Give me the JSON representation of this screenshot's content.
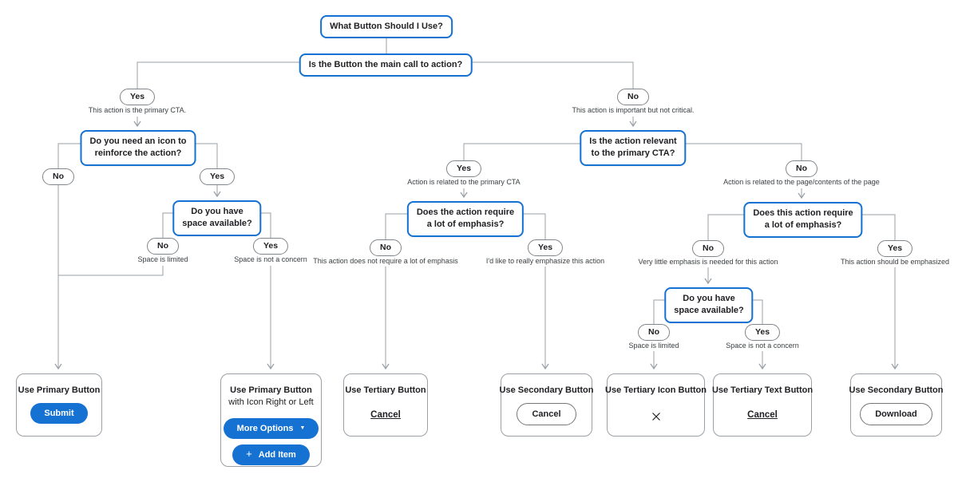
{
  "flowchart": {
    "root": {
      "label": "What Button Should I Use?"
    },
    "questions": {
      "main_cta": {
        "label": "Is the Button the main call to action?"
      },
      "need_icon": {
        "label": "Do you need an icon to\nreinforce the action?"
      },
      "space_available_1": {
        "label": "Do you have\nspace available?"
      },
      "action_relevant": {
        "label": "Is the action relevant\nto the primary CTA?"
      },
      "emphasis_1": {
        "label": "Does the action require\na lot of emphasis?"
      },
      "emphasis_2": {
        "label": "Does this action require\na lot of emphasis?"
      },
      "space_available_2": {
        "label": "Do you have\nspace available?"
      }
    },
    "branches": {
      "main_yes": {
        "label": "Yes",
        "caption": "This action is the primary CTA."
      },
      "main_no": {
        "label": "No",
        "caption": "This action is important but not critical."
      },
      "icon_no": {
        "label": "No"
      },
      "icon_yes": {
        "label": "Yes"
      },
      "space1_no": {
        "label": "No",
        "caption": "Space is limited"
      },
      "space1_yes": {
        "label": "Yes",
        "caption": "Space is not a concern"
      },
      "relevant_yes": {
        "label": "Yes",
        "caption": "Action is related to the primary CTA"
      },
      "relevant_no": {
        "label": "No",
        "caption": "Action is related to the page/contents of the page"
      },
      "emph1_no": {
        "label": "No",
        "caption": "This action does not require a lot of emphasis"
      },
      "emph1_yes": {
        "label": "Yes",
        "caption": "I'd like to really emphasize this action"
      },
      "emph2_no": {
        "label": "No",
        "caption": "Very little emphasis is needed for this action"
      },
      "emph2_yes": {
        "label": "Yes",
        "caption": "This action should be emphasized"
      },
      "space2_no": {
        "label": "No",
        "caption": "Space is limited"
      },
      "space2_yes": {
        "label": "Yes",
        "caption": "Space is not a concern"
      }
    },
    "results": {
      "primary": {
        "title": "Use Primary Button",
        "button": "Submit"
      },
      "primary_with_icon": {
        "title": "Use Primary Button",
        "subtitle": "with Icon Right or Left",
        "button_more": "More Options",
        "button_add": "Add Item"
      },
      "tertiary": {
        "title": "Use Tertiary Button",
        "link": "Cancel"
      },
      "secondary_cancel": {
        "title": "Use Secondary Button",
        "button": "Cancel"
      },
      "tertiary_icon": {
        "title": "Use Tertiary Icon Button"
      },
      "tertiary_text": {
        "title": "Use Tertiary Text Button",
        "link": "Cancel"
      },
      "secondary_download": {
        "title": "Use Secondary Button",
        "button": "Download"
      }
    },
    "icons": {
      "caret_down": "▼",
      "plus": "+"
    }
  },
  "colors": {
    "accent_blue": "#1672d2",
    "line_gray": "#9aa0a6",
    "pill_border_gray": "#80868b",
    "text_dark": "#202124"
  }
}
